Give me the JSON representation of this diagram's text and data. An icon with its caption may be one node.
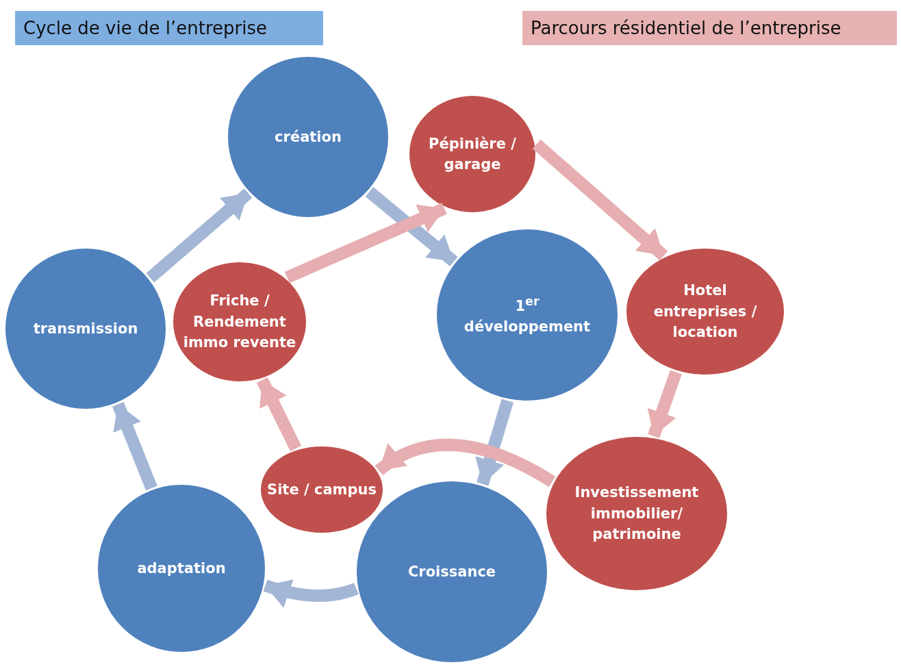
{
  "diagram": {
    "nodes": [
      {
        "text": [
          "création"
        ]
      },
      {
        "text": [
          "Pépinière / garage"
        ]
      },
      {
        "text": [
          "1$^{er}$ développement"
        ]
      },
      {
        "text": [
          "Hotel entreprises / location"
        ]
      },
      {
        "text": [
          "Investissement immobilier/ patrimoine"
        ]
      },
      {
        "text": [
          "Croissance"
        ]
      },
      {
        "text": [
          "Site / campus"
        ]
      },
      {
        "text": [
          "adaptation"
        ]
      },
      {
        "text": [
          "transmission"
        ]
      },
      {
        "text": [
          "Friche / Rendement immo revente"
        ]
      }
    ],
    "edges": [
      {
        "from": 8,
        "to": 0,
        "arrow": "to",
        "color": "#a3b6d6"
      },
      {
        "from": 0,
        "to": 2,
        "arrow": "to",
        "color": "#a3b6d6"
      },
      {
        "from": 2,
        "to": 5,
        "arrow": "to",
        "color": "#a3b6d6"
      },
      {
        "from": 5,
        "to": 7,
        "arrow": "to",
        "color": "#a3b6d6"
      },
      {
        "from": 7,
        "to": 8,
        "arrow": "to",
        "color": "#a3b6d6"
      },
      {
        "from": 9,
        "to": 1,
        "arrow": "to",
        "color": "#e6aeb0"
      },
      {
        "from": 1,
        "to": 3,
        "arrow": "to",
        "color": "#e6aeb0"
      },
      {
        "from": 3,
        "to": 4,
        "arrow": "to",
        "color": "#e6aeb0"
      },
      {
        "from": 4,
        "to": 6,
        "arrow": "to",
        "color": "#e6aeb0"
      },
      {
        "from": 6,
        "to": 9,
        "arrow": "to",
        "color": "#e6aeb0"
      }
    ],
    "legend": [
      {
        "text": "Cycle de vie de l’entreprise",
        "color": "#7eaee0"
      },
      {
        "text": "Parcours résidentiel de l’entreprise",
        "color": "#e8b2b2"
      }
    ]
  }
}
